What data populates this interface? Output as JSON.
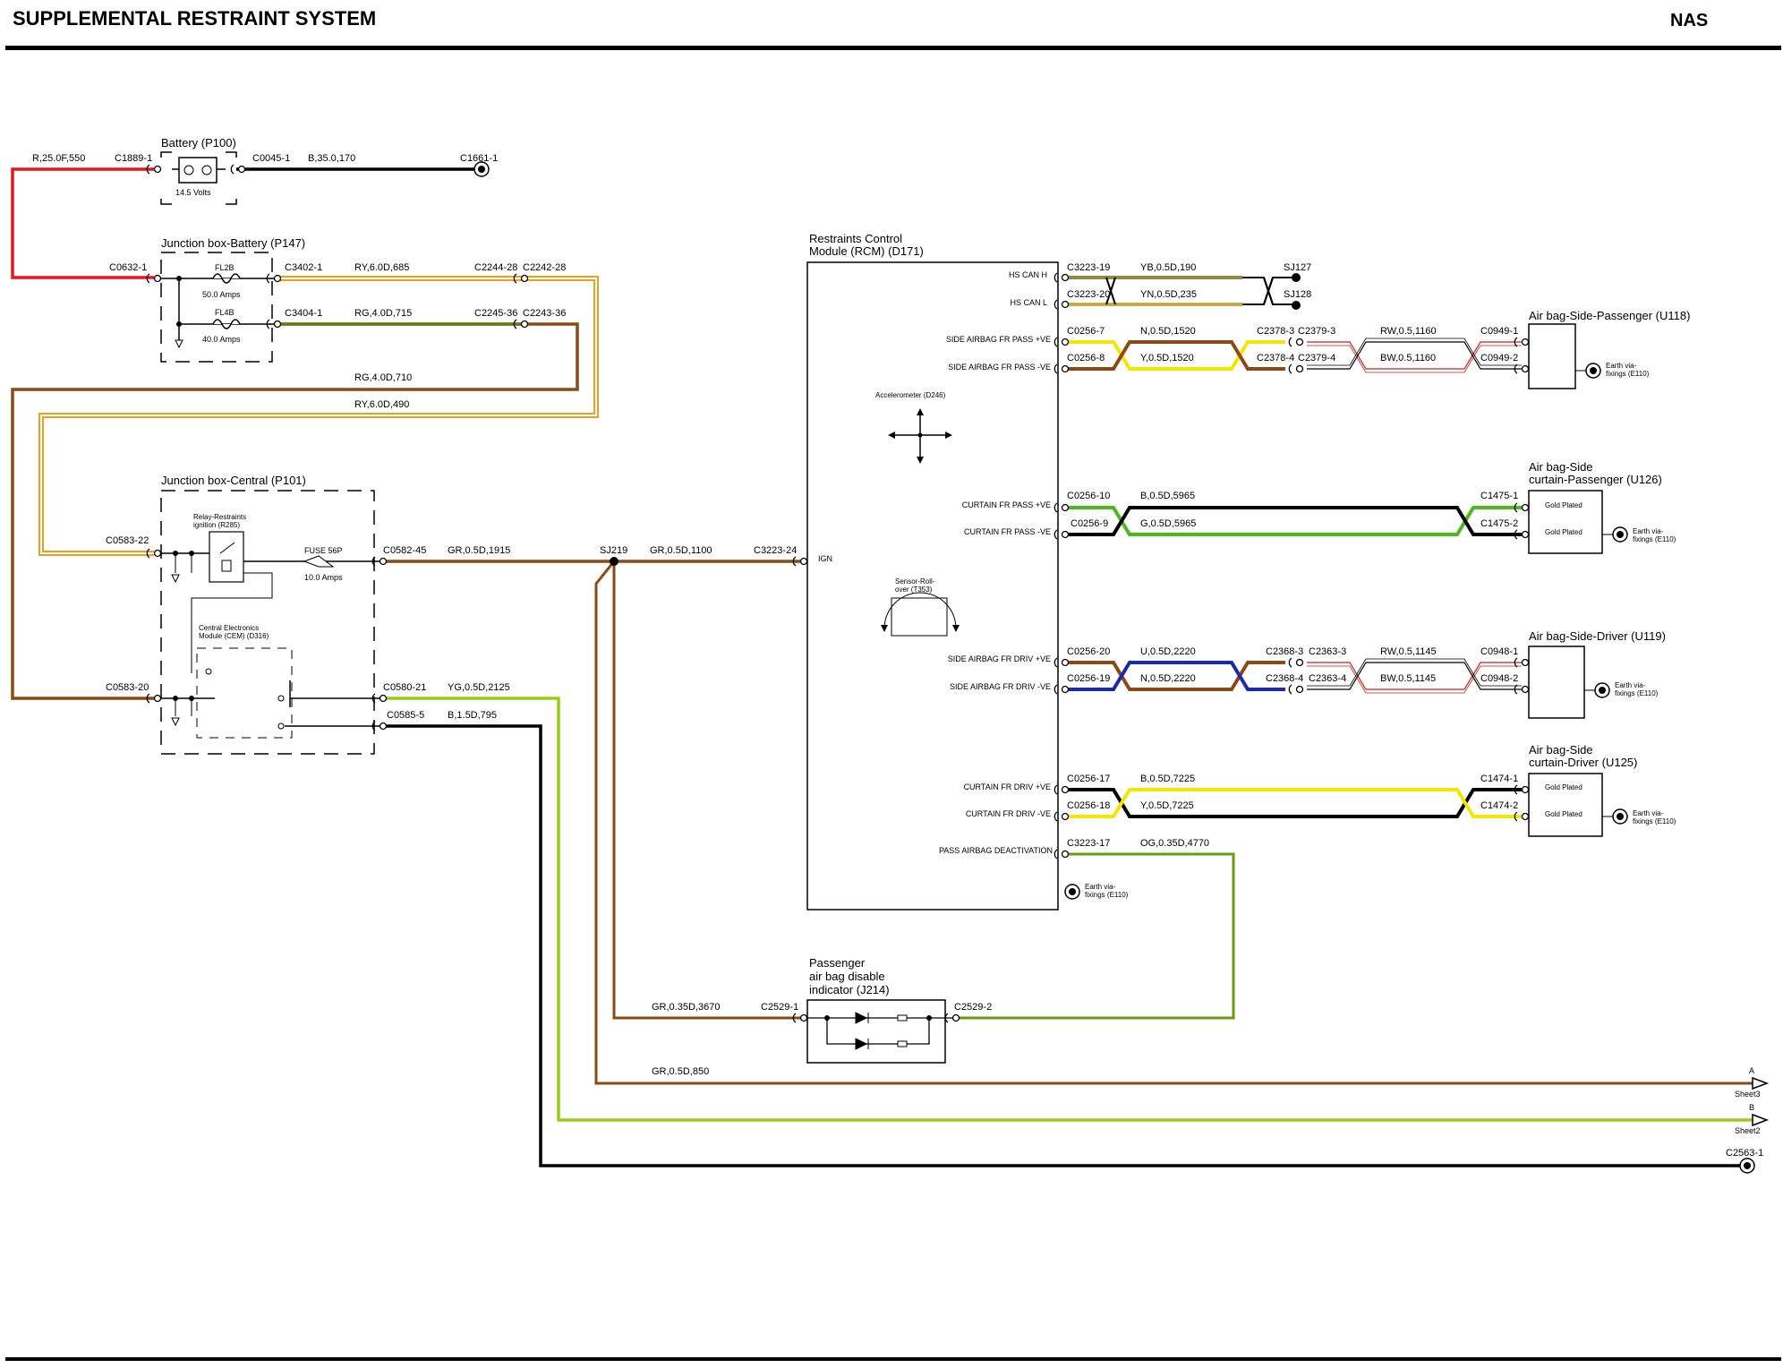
{
  "header": {
    "title": "SUPPLEMENTAL RESTRAINT SYSTEM",
    "region": "NAS"
  },
  "colors": {
    "red": "#e8141c",
    "black": "#000000",
    "brown": "#8c4a12",
    "yellow": "#f5e600",
    "green": "#4cb81c",
    "olive": "#6a7a1a",
    "blue": "#1a2aa8",
    "orange": "#e8a020",
    "yellowgreen": "#9acd1a",
    "white": "#ffffff"
  },
  "components": {
    "battery": {
      "name": "Battery (P100)",
      "voltage": "14.5 Volts"
    },
    "jb_battery": {
      "name": "Junction box-Battery (P147)",
      "fl2b": "FL2B",
      "fl2b_rating": "50.0 Amps",
      "fl4b": "FL4B",
      "fl4b_rating": "40.0 Amps"
    },
    "jb_central": {
      "name": "Junction box-Central (P101)",
      "relay": "Relay-Restraints\nignition (R285)",
      "fuse": "FUSE 56P",
      "fuse_rating": "10.0 Amps",
      "cem": "Central Electronics\nModule (CEM) (D316)"
    },
    "rcm": {
      "name": "Restraints Control\nModule (RCM) (D171)",
      "pins": [
        "HS CAN H",
        "HS CAN L",
        "SIDE AIRBAG FR PASS +VE",
        "SIDE AIRBAG FR PASS -VE",
        "CURTAIN FR PASS +VE",
        "CURTAIN FR PASS -VE",
        "SIDE AIRBAG FR DRIV +VE",
        "SIDE AIRBAG FR DRIV -VE",
        "CURTAIN FR DRIV +VE",
        "CURTAIN FR DRIV -VE",
        "PASS AIRBAG DEACTIVATION"
      ],
      "ign": "IGN",
      "accel": "Accelerometer (D246)",
      "rollover": "Sensor-Roll-\nover (T353)",
      "earth": "Earth via-\nfixings (E110)"
    },
    "ab_side_pass": {
      "name": "Air bag-Side-Passenger (U118)",
      "earth": "Earth via-\nfixings (E110)"
    },
    "ab_curtain_pass": {
      "name": "Air bag-Side\ncurtain-Passenger (U126)",
      "gold1": "Gold Plated",
      "gold2": "Gold Plated",
      "earth": "Earth via-\nfixings (E110)"
    },
    "ab_side_driv": {
      "name": "Air bag-Side-Driver (U119)",
      "earth": "Earth via-\nfixings (E110)"
    },
    "ab_curtain_driv": {
      "name": "Air bag-Side\ncurtain-Driver (U125)",
      "gold1": "Gold Plated",
      "gold2": "Gold Plated",
      "earth": "Earth via-\nfixings (E110)"
    },
    "pass_indicator": {
      "name": "Passenger\nair bag disable\nindicator (J214)"
    },
    "sheet3": {
      "letter": "A",
      "name": "Sheet3"
    },
    "sheet2": {
      "letter": "B",
      "name": "Sheet2"
    }
  },
  "connectors": {
    "c1889_1": "C1889-1",
    "c0045_1": "C0045-1",
    "c1661_1": "C1661-1",
    "c0632_1": "C0632-1",
    "c3402_1": "C3402-1",
    "c3404_1": "C3404-1",
    "c2244_28": "C2244-28",
    "c2242_28": "C2242-28",
    "c2245_36": "C2245-36",
    "c2243_36": "C2243-36",
    "c0583_22": "C0583-22",
    "c0583_20": "C0583-20",
    "c0582_45": "C0582-45",
    "c0580_21": "C0580-21",
    "c0585_5": "C0585-5",
    "sj219": "SJ219",
    "c3223_24": "C3223-24",
    "c3223_19": "C3223-19",
    "c3223_20": "C3223-20",
    "sj127": "SJ127",
    "sj128": "SJ128",
    "c0256_7": "C0256-7",
    "c0256_8": "C0256-8",
    "c2378_3": "C2378-3",
    "c2379_3": "C2379-3",
    "c2378_4": "C2378-4",
    "c2379_4": "C2379-4",
    "c0949_1": "C0949-1",
    "c0949_2": "C0949-2",
    "c0256_10": "C0256-10",
    "c0256_9": "C0256-9",
    "c1475_1": "C1475-1",
    "c1475_2": "C1475-2",
    "c0256_20": "C0256-20",
    "c0256_19": "C0256-19",
    "c2368_3": "C2368-3",
    "c2363_3": "C2363-3",
    "c2368_4": "C2368-4",
    "c2363_4": "C2363-4",
    "c0948_1": "C0948-1",
    "c0948_2": "C0948-2",
    "c0256_17": "C0256-17",
    "c0256_18": "C0256-18",
    "c1474_1": "C1474-1",
    "c1474_2": "C1474-2",
    "c3223_17": "C3223-17",
    "c2529_1": "C2529-1",
    "c2529_2": "C2529-2",
    "c2563_1": "C2563-1"
  },
  "wires": {
    "r_25": "R,25.0F,550",
    "b_35": "B,35.0,170",
    "ry_685": "RY,6.0D,685",
    "rg_715": "RG,4.0D,715",
    "rg_710": "RG,4.0D,710",
    "ry_490": "RY,6.0D,490",
    "gr_1915": "GR,0.5D,1915",
    "gr_1100": "GR,0.5D,1100",
    "yg_2125": "YG,0.5D,2125",
    "b_795": "B,1.5D,795",
    "yb_190": "YB,0.5D,190",
    "yn_235": "YN,0.5D,235",
    "n_1520": "N,0.5D,1520",
    "y_1520": "Y,0.5D,1520",
    "rw_1160": "RW,0.5,1160",
    "bw_1160": "BW,0.5,1160",
    "b_5965": "B,0.5D,5965",
    "g_5965": "G,0.5D,5965",
    "u_2220": "U,0.5D,2220",
    "n_2220": "N,0.5D,2220",
    "rw_1145": "RW,0.5,1145",
    "bw_1145": "BW,0.5,1145",
    "b_7225": "B,0.5D,7225",
    "y_7225": "Y,0.5D,7225",
    "og_4770": "OG,0.35D,4770",
    "gr_3670": "GR,0.35D,3670",
    "gr_850": "GR,0.5D,850"
  }
}
